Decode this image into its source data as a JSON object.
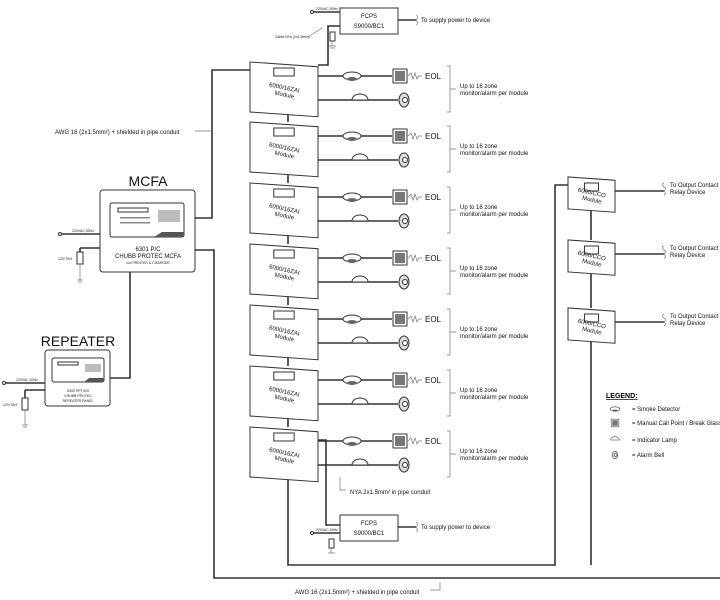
{
  "mcfa": {
    "title": "MCFA",
    "line1": "6301 P/C",
    "line2": "CHUBB PROTEC MCFA",
    "line3": "c/w PRINTER & CHARGER",
    "power": "220VAC,50Hz",
    "battery": "12V/7AH"
  },
  "repeater": {
    "title": "REPEATER",
    "line1": "6300 RPT/0/0",
    "line2": "CHUBB PROTEC",
    "line3": "REPEATER PANEL",
    "power": "220VAC,50Hz",
    "battery": "12V/7AH"
  },
  "fcps_top": {
    "line1": "FCPS",
    "line2": "S9000/BC1",
    "output": "To supply power to device",
    "power": "220VAC,50Hz",
    "cable": "Cable NYA (2x1.5mm)"
  },
  "fcps_bottom": {
    "line1": "FCPS",
    "line2": "S9000/BC1",
    "output": "To supply power to device",
    "power": "220VAC,50Hz"
  },
  "zai_modules": [
    {
      "line1": "6000/16ZAI",
      "line2": "Module",
      "eol": "EOL",
      "note1": "Up to 16 zone",
      "note2": "monitor/alarm per module"
    },
    {
      "line1": "6000/16ZAI",
      "line2": "Module",
      "eol": "EOL",
      "note1": "Up to 16 zone",
      "note2": "monitor/alarm per module"
    },
    {
      "line1": "6000/16ZAI",
      "line2": "Module",
      "eol": "EOL",
      "note1": "Up to 16 zone",
      "note2": "monitor/alarm per module"
    },
    {
      "line1": "6000/16ZAI",
      "line2": "Module",
      "eol": "EOL",
      "note1": "Up to 16 zone",
      "note2": "monitor/alarm per module"
    },
    {
      "line1": "6000/16ZAI",
      "line2": "Module",
      "eol": "EOL",
      "note1": "Up to 16 zone",
      "note2": "monitor/alarm per module"
    },
    {
      "line1": "6000/16ZAI",
      "line2": "Module",
      "eol": "EOL",
      "note1": "Up to 16 zone",
      "note2": "monitor/alarm per module"
    },
    {
      "line1": "6000/16ZAI",
      "line2": "Module",
      "eol": "EOL",
      "note1": "Up to 16 zone",
      "note2": "monitor/alarm per module"
    }
  ],
  "cco_modules": [
    {
      "line1": "6000/CCO",
      "line2": "Module",
      "out1": "To Output Contact",
      "out2": "Relay Device"
    },
    {
      "line1": "6000/CCO",
      "line2": "Module",
      "out1": "To Output Contact",
      "out2": "Relay Device"
    },
    {
      "line1": "6000/CCO",
      "line2": "Module",
      "out1": "To Output Contact",
      "out2": "Relay Device"
    }
  ],
  "labels": {
    "awg_top": "AWG 16 (2x1.5mm²) + shielded in pipe conduit",
    "nya": "NYA 2x1.5mm² in pipe conduit",
    "awg_bottom": "AWG 16 (2x1.5mm²) + shielded in pipe conduit"
  },
  "legend": {
    "title": "LEGEND:",
    "items": [
      {
        "icon": "smoke-detector-icon",
        "label": "= Smoke Detector"
      },
      {
        "icon": "manual-call-point-icon",
        "label": "= Manual Call Point / Break Glass"
      },
      {
        "icon": "indicator-lamp-icon",
        "label": "= Indicator Lamp"
      },
      {
        "icon": "alarm-bell-icon",
        "label": "= Alarm Bell"
      }
    ]
  }
}
